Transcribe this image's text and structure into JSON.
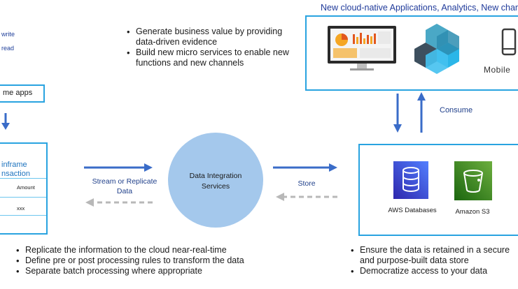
{
  "legend": {
    "write": "write",
    "read": "read"
  },
  "mainframe_apps": {
    "label": "me apps"
  },
  "mainframe_box": {
    "title_line1": "inframe",
    "title_line2": "nsaction",
    "col_amount": "Amount",
    "cell_xxx": "xxx"
  },
  "top_bullets": [
    "Generate business value by providing data-driven evidence",
    "Build new micro services to enable new functions and new channels"
  ],
  "cloud_native": {
    "title": "New cloud-native Applications, Analytics, New chan",
    "mobile_label": "Mobile"
  },
  "consume_label": "Consume",
  "stream_label": "Stream or Replicate Data",
  "dis": {
    "line1": "Data Integration",
    "line2": "Services"
  },
  "store_label": "Store",
  "aws_box": {
    "db_label": "AWS Databases",
    "s3_label": "Amazon S3"
  },
  "bottom_left_bullets": [
    "Replicate the information to the cloud near-real-time",
    "Define pre or post processing rules to transform the data",
    "Separate batch processing where appropriate"
  ],
  "bottom_right_bullets": [
    "Ensure the data is retained in a secure and purpose-built data store",
    "Democratize access to your data"
  ],
  "colors": {
    "accent_blue": "#29a3e0",
    "arrow_blue": "#3a6cc8",
    "circle_fill": "#a4c8ec",
    "aws_db_blue": "#3b48cc",
    "s3_green": "#3f8624",
    "dashed_gray": "#b8b8b8"
  },
  "icons": [
    "monitor-dashboard-icon",
    "hexagon-cluster-icon",
    "mobile-phone-icon",
    "aws-database-icon",
    "amazon-s3-bucket-icon"
  ]
}
